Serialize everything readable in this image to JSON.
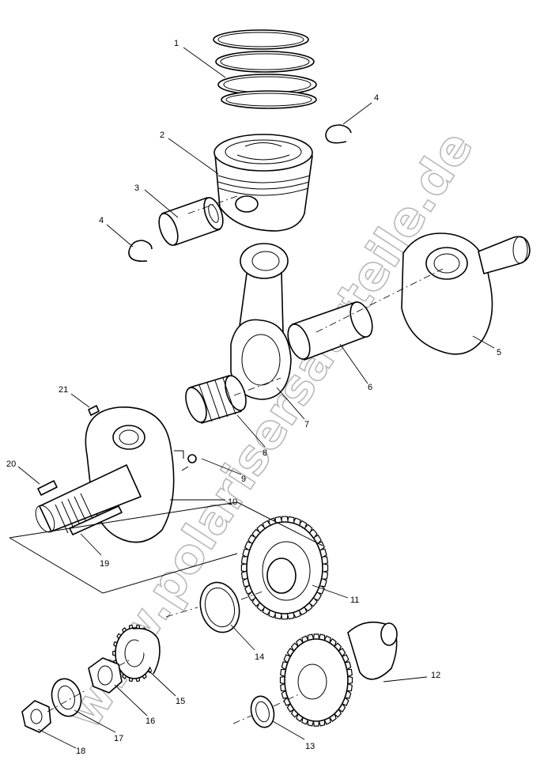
{
  "watermark": "www.polarisersatzteile.de",
  "callouts": [
    "1",
    "2",
    "3",
    "4",
    "4",
    "5",
    "6",
    "7",
    "8",
    "9",
    "10",
    "11",
    "12",
    "13",
    "14",
    "15",
    "16",
    "17",
    "18",
    "19",
    "20",
    "21"
  ],
  "colors": {
    "line": "#000000",
    "watermark": "#b9b9b9",
    "background": "#ffffff"
  }
}
